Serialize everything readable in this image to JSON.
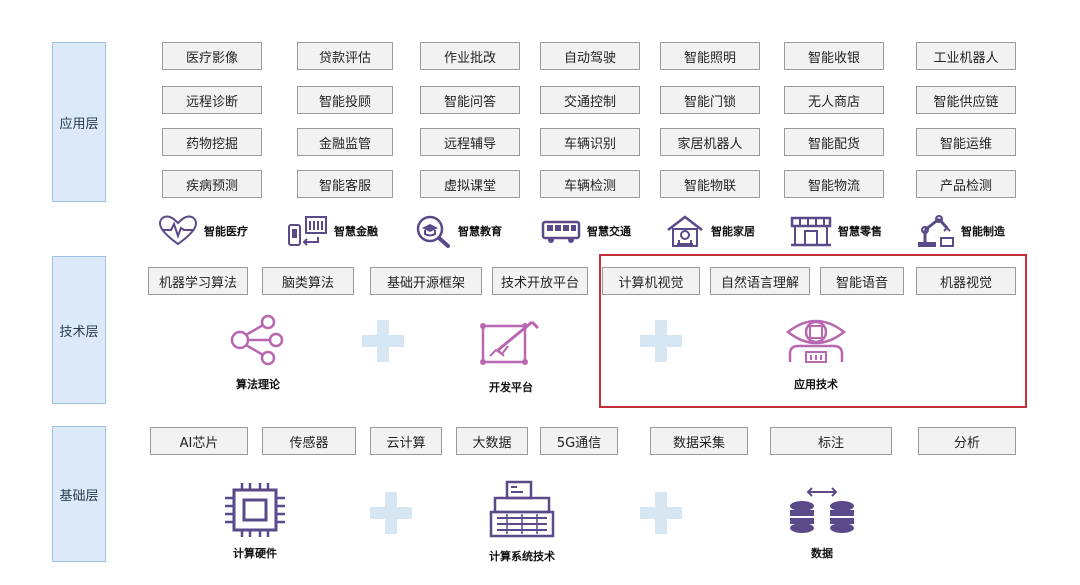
{
  "layers": {
    "application": "应用层",
    "technology": "技术层",
    "foundation": "基础层"
  },
  "application_grid": [
    [
      "医疗影像",
      "贷款评估",
      "作业批改",
      "自动驾驶",
      "智能照明",
      "智能收银",
      "工业机器人"
    ],
    [
      "远程诊断",
      "智能投顾",
      "智能问答",
      "交通控制",
      "智能门锁",
      "无人商店",
      "智能供应链"
    ],
    [
      "药物挖掘",
      "金融监管",
      "远程辅导",
      "车辆识别",
      "家居机器人",
      "智能配货",
      "智能运维"
    ],
    [
      "疾病预测",
      "智能客服",
      "虚拟课堂",
      "车辆检测",
      "智能物联",
      "智能物流",
      "产品检测"
    ]
  ],
  "industries": [
    {
      "label": "智能医疗",
      "icon": "heart-pulse-icon"
    },
    {
      "label": "智慧金融",
      "icon": "mobile-banking-icon"
    },
    {
      "label": "智慧教育",
      "icon": "education-search-icon"
    },
    {
      "label": "智慧交通",
      "icon": "bus-icon"
    },
    {
      "label": "智能家居",
      "icon": "smart-home-icon"
    },
    {
      "label": "智慧零售",
      "icon": "store-icon"
    },
    {
      "label": "智能制造",
      "icon": "robot-arm-icon"
    }
  ],
  "technology_boxes": [
    "机器学习算法",
    "脑类算法",
    "基础开源框架",
    "技术开放平台",
    "计算机视觉",
    "自然语言理解",
    "智能语音",
    "机器视觉"
  ],
  "technology_items": [
    {
      "label": "算法理论",
      "icon": "network-nodes-icon"
    },
    {
      "label": "开发平台",
      "icon": "design-platform-icon"
    },
    {
      "label": "应用技术",
      "icon": "vision-eye-icon"
    }
  ],
  "foundation_boxes": [
    "AI芯片",
    "传感器",
    "云计算",
    "大数据",
    "5G通信",
    "数据采集",
    "标注",
    "分析"
  ],
  "foundation_items": [
    {
      "label": "计算硬件",
      "icon": "chip-icon"
    },
    {
      "label": "计算系统技术",
      "icon": "computer-system-icon"
    },
    {
      "label": "数据",
      "icon": "database-icon"
    }
  ],
  "colors": {
    "layer_fill": "#dbe9f8",
    "icon_stroke": "#5a4a8a",
    "tech_icon_stroke": "#b768b0",
    "plus": "#d7e6f3",
    "highlight": "#c7303b"
  }
}
